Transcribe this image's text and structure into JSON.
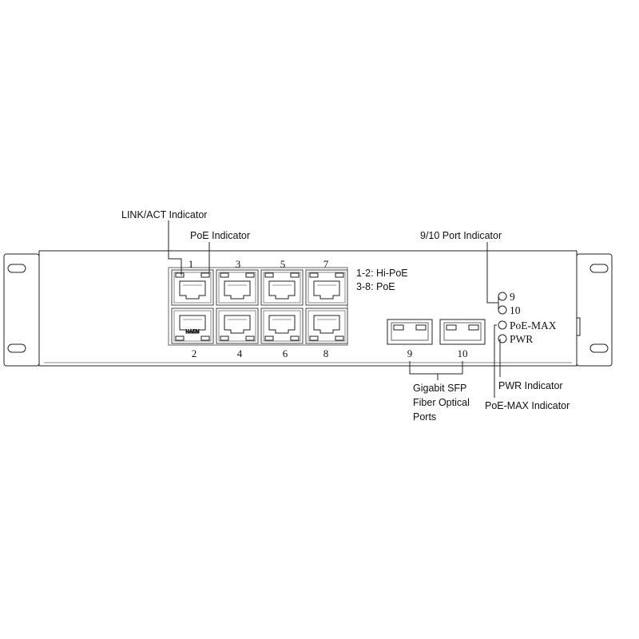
{
  "callouts": {
    "link_act": "LINK/ACT Indicator",
    "poe": "PoE Indicator",
    "port_9_10": "9/10 Port Indicator",
    "pwr": "PWR Indicator",
    "poe_max": "PoE-MAX Indicator",
    "sfp_line1": "Gigabit SFP",
    "sfp_line2": "Fiber Optical",
    "sfp_line3": "Ports"
  },
  "poe_legend": {
    "line1": "1-2: Hi-PoE",
    "line2": "3-8: PoE"
  },
  "rj45_ports": {
    "top": [
      "1",
      "3",
      "5",
      "7"
    ],
    "bottom": [
      "2",
      "4",
      "6",
      "8"
    ]
  },
  "sfp_ports": [
    "9",
    "10"
  ],
  "leds": [
    "9",
    "10",
    "PoE-MAX",
    "PWR"
  ],
  "jack_marking": "HAEN"
}
